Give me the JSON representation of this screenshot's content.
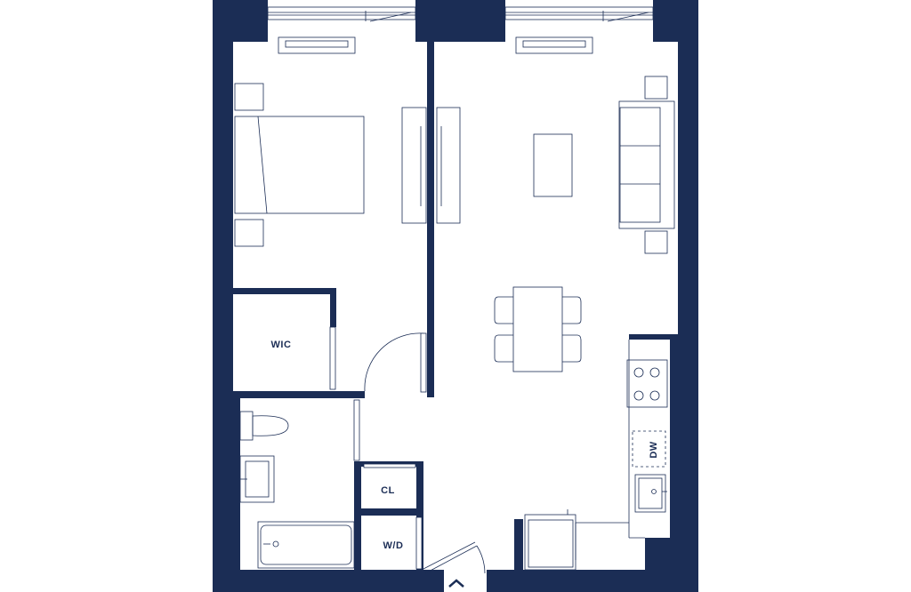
{
  "colors": {
    "wall": "#1b2d55",
    "background": "#ffffff"
  },
  "rooms": {
    "wic": "WIC",
    "closet": "CL",
    "laundry": "W/D",
    "dishwasher": "DW"
  },
  "icons": {
    "entry": "chevron-up-icon"
  }
}
